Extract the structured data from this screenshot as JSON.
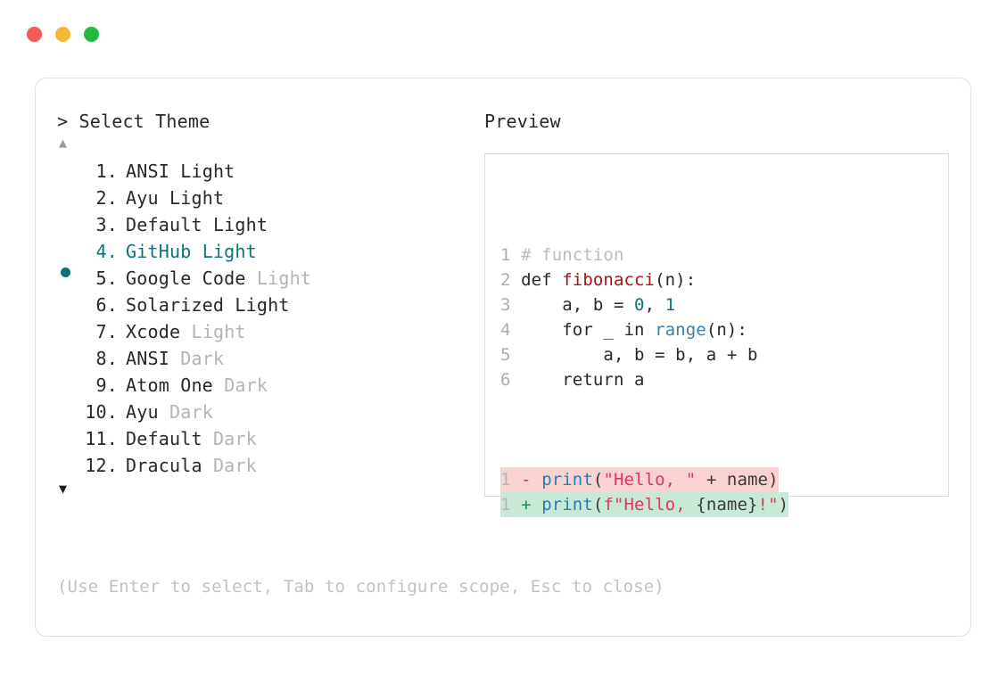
{
  "window": {
    "dots": [
      {
        "name": "close-dot",
        "color": "#f25c54"
      },
      {
        "name": "minimize-dot",
        "color": "#f4b731"
      },
      {
        "name": "maximize-dot",
        "color": "#22bb40"
      }
    ]
  },
  "left": {
    "prompt": "> Select Theme",
    "scroll_up": "▲",
    "scroll_down": "▼",
    "items": [
      {
        "index": " 1.",
        "name": "ANSI",
        "variant": "Light",
        "variant_dim": false,
        "selected": false
      },
      {
        "index": " 2.",
        "name": "Ayu",
        "variant": "Light",
        "variant_dim": false,
        "selected": false
      },
      {
        "index": " 3.",
        "name": "Default",
        "variant": "Light",
        "variant_dim": false,
        "selected": false
      },
      {
        "index": " 4.",
        "name": "GitHub",
        "variant": "Light",
        "variant_dim": false,
        "selected": true
      },
      {
        "index": " 5.",
        "name": "Google Code",
        "variant": "Light",
        "variant_dim": true,
        "selected": false
      },
      {
        "index": " 6.",
        "name": "Solarized",
        "variant": "Light",
        "variant_dim": false,
        "selected": false
      },
      {
        "index": " 7.",
        "name": "Xcode",
        "variant": "Light",
        "variant_dim": true,
        "selected": false
      },
      {
        "index": " 8.",
        "name": "ANSI",
        "variant": "Dark",
        "variant_dim": true,
        "selected": false
      },
      {
        "index": " 9.",
        "name": "Atom One",
        "variant": "Dark",
        "variant_dim": true,
        "selected": false
      },
      {
        "index": "10.",
        "name": "Ayu",
        "variant": "Dark",
        "variant_dim": true,
        "selected": false
      },
      {
        "index": "11.",
        "name": "Default",
        "variant": "Dark",
        "variant_dim": true,
        "selected": false
      },
      {
        "index": "12.",
        "name": "Dracula",
        "variant": "Dark",
        "variant_dim": true,
        "selected": false
      }
    ],
    "hint": "(Use Enter to select, Tab to configure scope, Esc to close)"
  },
  "right": {
    "label": "Preview",
    "code_lines": [
      {
        "ln": "1",
        "segments": [
          {
            "t": "# function",
            "c": "cmt"
          }
        ]
      },
      {
        "ln": "2",
        "segments": [
          {
            "t": "def ",
            "c": "kw"
          },
          {
            "t": "fibonacci",
            "c": "fn"
          },
          {
            "t": "(n):",
            "c": "pl"
          }
        ]
      },
      {
        "ln": "3",
        "segments": [
          {
            "t": "    a, b = ",
            "c": "pl"
          },
          {
            "t": "0",
            "c": "num"
          },
          {
            "t": ", ",
            "c": "pl"
          },
          {
            "t": "1",
            "c": "num"
          }
        ]
      },
      {
        "ln": "4",
        "segments": [
          {
            "t": "    for _ in ",
            "c": "pl"
          },
          {
            "t": "range",
            "c": "bi"
          },
          {
            "t": "(n):",
            "c": "pl"
          }
        ]
      },
      {
        "ln": "5",
        "segments": [
          {
            "t": "        a, b = b, a + b",
            "c": "pl"
          }
        ]
      },
      {
        "ln": "6",
        "segments": [
          {
            "t": "    return a",
            "c": "pl"
          }
        ]
      }
    ],
    "diff_lines": [
      {
        "kind": "minus",
        "ln": "1",
        "sign": "-",
        "segments": [
          {
            "t": "print",
            "c": "dfn"
          },
          {
            "t": "(",
            "c": "dtxt"
          },
          {
            "t": "\"Hello, \"",
            "c": "dstr"
          },
          {
            "t": " + name)",
            "c": "dtxt"
          }
        ]
      },
      {
        "kind": "plus",
        "ln": "1",
        "sign": "+",
        "segments": [
          {
            "t": "print",
            "c": "dfn"
          },
          {
            "t": "(",
            "c": "dtxt"
          },
          {
            "t": "f\"Hello, ",
            "c": "dstr"
          },
          {
            "t": "{name}",
            "c": "dtxt"
          },
          {
            "t": "!\"",
            "c": "dbang"
          },
          {
            "t": ")",
            "c": "dtxt"
          }
        ]
      }
    ]
  }
}
